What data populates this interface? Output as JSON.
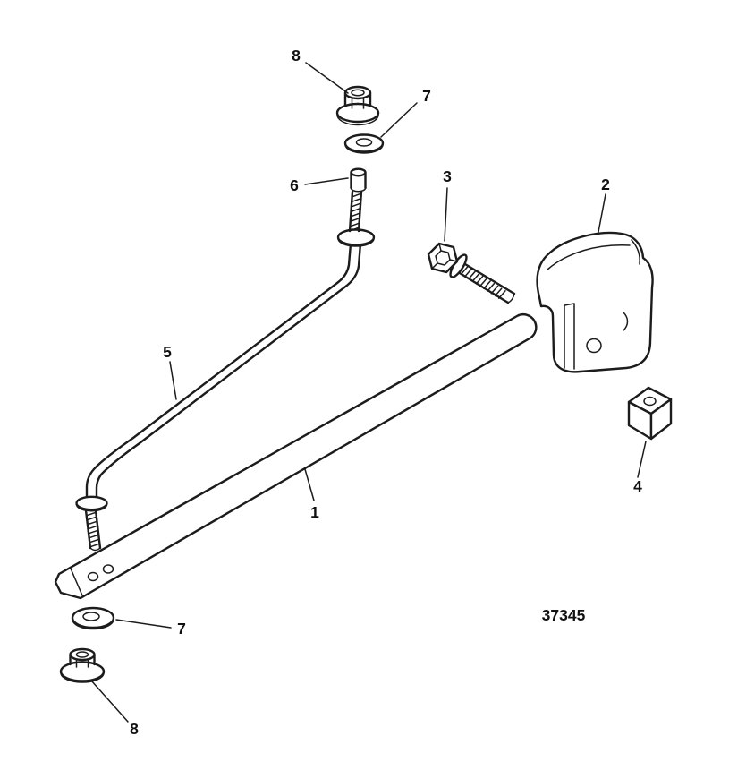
{
  "figure_number": "37345",
  "callouts": {
    "c1": "1",
    "c2": "2",
    "c3": "3",
    "c4": "4",
    "c5": "5",
    "c6": "6",
    "c7_top": "7",
    "c7_bottom": "7",
    "c8_top": "8",
    "c8_bottom": "8"
  },
  "colors": {
    "line": "#1c1c1c",
    "background": "#ffffff"
  }
}
